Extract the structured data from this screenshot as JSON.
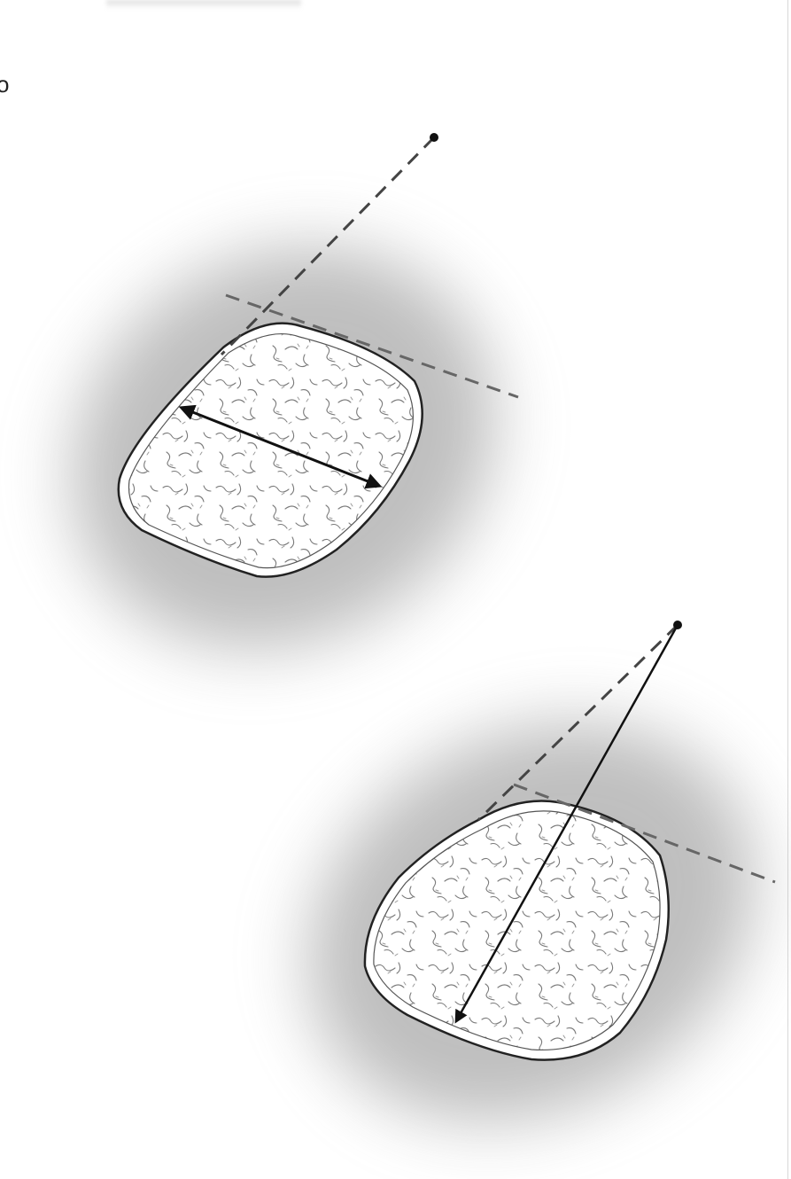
{
  "panel": {
    "label": "o"
  },
  "colors": {
    "ink": "#111111",
    "dashed_line": "#555555",
    "shadow": "#8a8a8a",
    "texture": "#7a7a7a",
    "background": "#ffffff"
  },
  "figures": [
    {
      "name": "upper-specimen",
      "arrow": "double-headed"
    },
    {
      "name": "lower-specimen",
      "arrow": "single-headed"
    }
  ]
}
